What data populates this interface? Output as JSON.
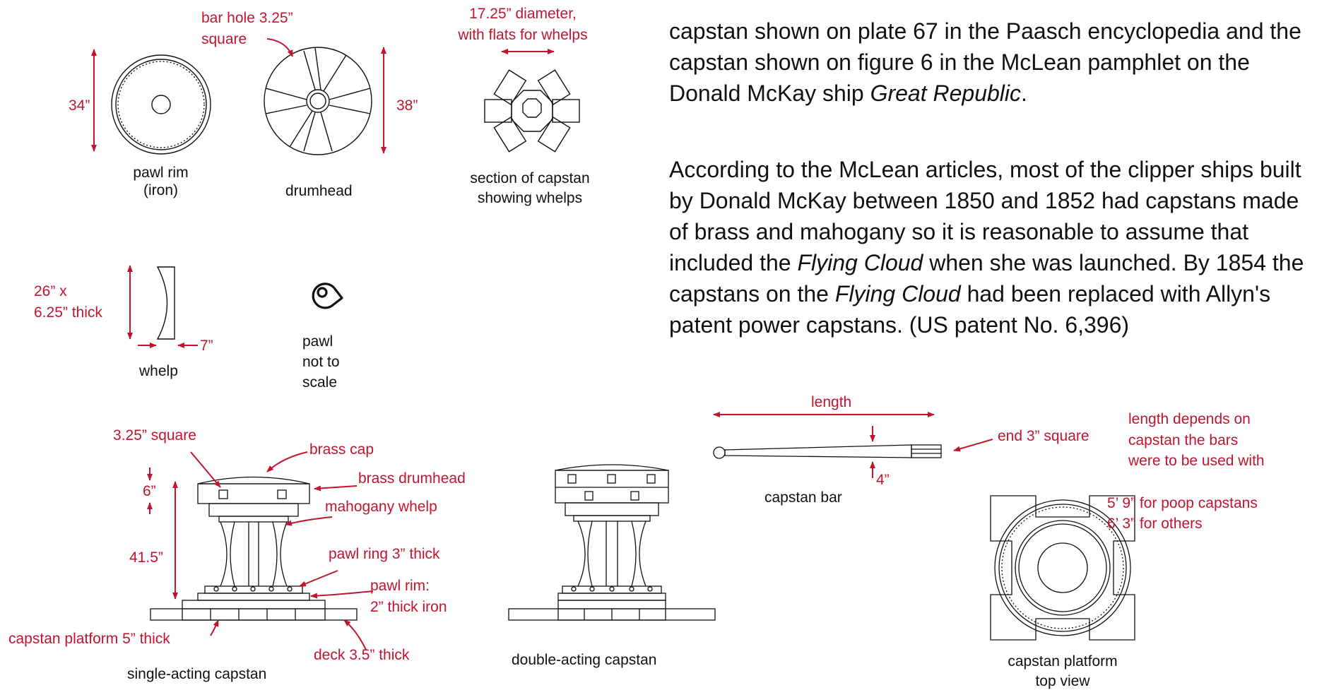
{
  "text": {
    "para1_a": "capstan shown on plate 67 in the Paasch encyclopedia and the capstan shown on figure 6 in the McLean pamphlet on the Donald McKay ship ",
    "para1_ship": "Great Republic",
    "para1_end": ".",
    "para2_a": "According to the McLean articles, most of the clipper ships built by Donald McKay between 1850 and 1852 had capstans made of brass and mahogany so it is reasonable to assume that included the ",
    "para2_ship1": "Flying Cloud",
    "para2_b": " when she was launched. By 1854 the capstans on the ",
    "para2_ship2": "Flying Cloud",
    "para2_c": " had been replaced with Allyn's patent power capstans. (US patent No. 6,396)"
  },
  "labels": {
    "pawl_rim_dim": "34”",
    "pawl_rim_1": "pawl rim",
    "pawl_rim_2": "(iron)",
    "bar_hole_1": "bar hole 3.25”",
    "bar_hole_2": "square",
    "drumhead_dim": "38”",
    "drumhead": "drumhead",
    "section_dim_1": "17.25” diameter,",
    "section_dim_2": "with flats for whelps",
    "section_1": "section of capstan",
    "section_2": "showing whelps",
    "whelp_dim_1": "26” x",
    "whelp_dim_2": "6.25” thick",
    "whelp_width": "7”",
    "whelp": "whelp",
    "pawl_1": "pawl",
    "pawl_2": "not to",
    "pawl_3": "scale",
    "sq_325": "3.25” square",
    "brass_cap": "brass cap",
    "brass_drumhead": "brass drumhead",
    "dim_6": "6”",
    "mahogany_whelp": "mahogany whelp",
    "dim_415": "41.5”",
    "pawl_ring": "pawl ring 3” thick",
    "pawl_rim_a": "pawl rim:",
    "pawl_rim_b": "2” thick iron",
    "capstan_platform": "capstan platform 5” thick",
    "deck": "deck 3.5” thick",
    "single_acting": "single-acting capstan",
    "double_acting": "double-acting capstan",
    "length": "length",
    "end_square": "end 3” square",
    "dim_4": "4”",
    "capstan_bar": "capstan bar",
    "length_note_1": "length depends on",
    "length_note_2": "capstan the bars",
    "length_note_3": "were to be used with",
    "poop_1": "5’ 9” for poop capstans",
    "poop_2": "6’ 3” for others",
    "platform_top_1": "capstan platform",
    "platform_top_2": "top view"
  },
  "colors": {
    "annotation": "#c0152f",
    "line": "#111111"
  }
}
